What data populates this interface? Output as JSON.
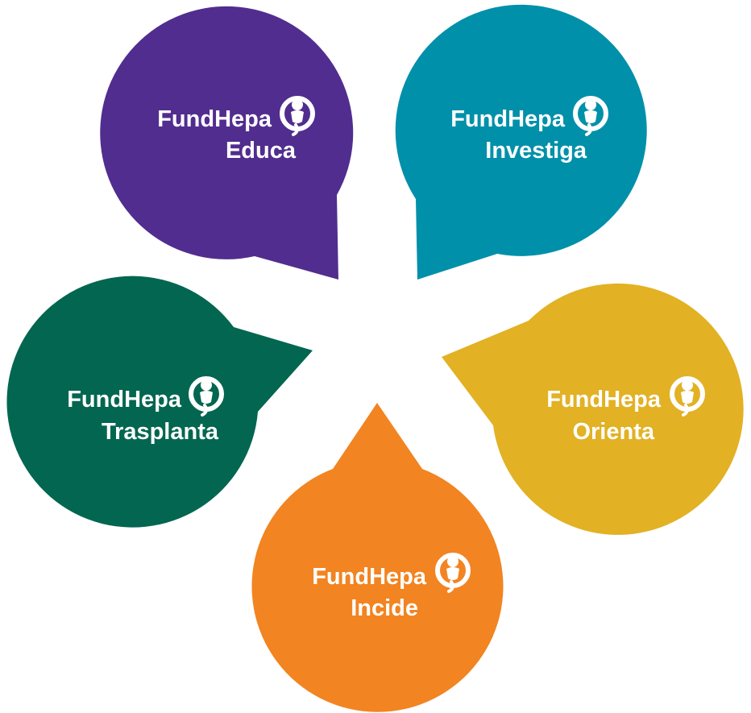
{
  "bubbles": [
    {
      "id": "educa",
      "brand": "FundHepa",
      "name": "Educa",
      "color": "#512d8f"
    },
    {
      "id": "investiga",
      "brand": "FundHepa",
      "name": "Investiga",
      "color": "#0190aa"
    },
    {
      "id": "trasplanta",
      "brand": "FundHepa",
      "name": "Trasplanta",
      "color": "#026650"
    },
    {
      "id": "orienta",
      "brand": "FundHepa",
      "name": "Orienta",
      "color": "#e2b124"
    },
    {
      "id": "incide",
      "brand": "FundHepa",
      "name": "Incide",
      "color": "#f28421"
    }
  ],
  "logo_icon": "person-circle-icon"
}
